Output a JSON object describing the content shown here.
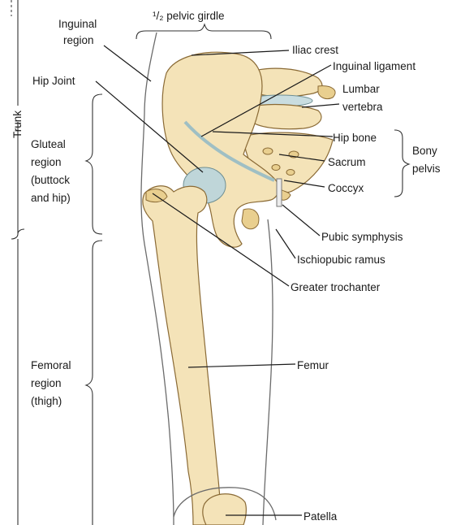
{
  "labels": {
    "half_pelvic_girdle": "¹/₂ pelvic girdle",
    "inguinal_region_1": "Inguinal",
    "inguinal_region_2": "region",
    "trunk": "Trunk",
    "hip_joint": "Hip Joint",
    "gluteal_1": "Gluteal",
    "gluteal_2": "region",
    "gluteal_3": "(buttock",
    "gluteal_4": "and hip)",
    "femoral_1": "Femoral",
    "femoral_2": "region",
    "femoral_3": "(thigh)",
    "iliac_crest": "Iliac crest",
    "inguinal_ligament": "Inguinal ligament",
    "lumbar_1": "Lumbar",
    "lumbar_2": "vertebra",
    "hip_bone": "Hip bone",
    "sacrum": "Sacrum",
    "coccyx": "Coccyx",
    "bony_1": "Bony",
    "bony_2": "pelvis",
    "pubic_symphysis": "Pubic symphysis",
    "ischiopubic_ramus": "Ischiopubic ramus",
    "greater_trochanter": "Greater trochanter",
    "femur": "Femur",
    "patella": "Patella"
  }
}
